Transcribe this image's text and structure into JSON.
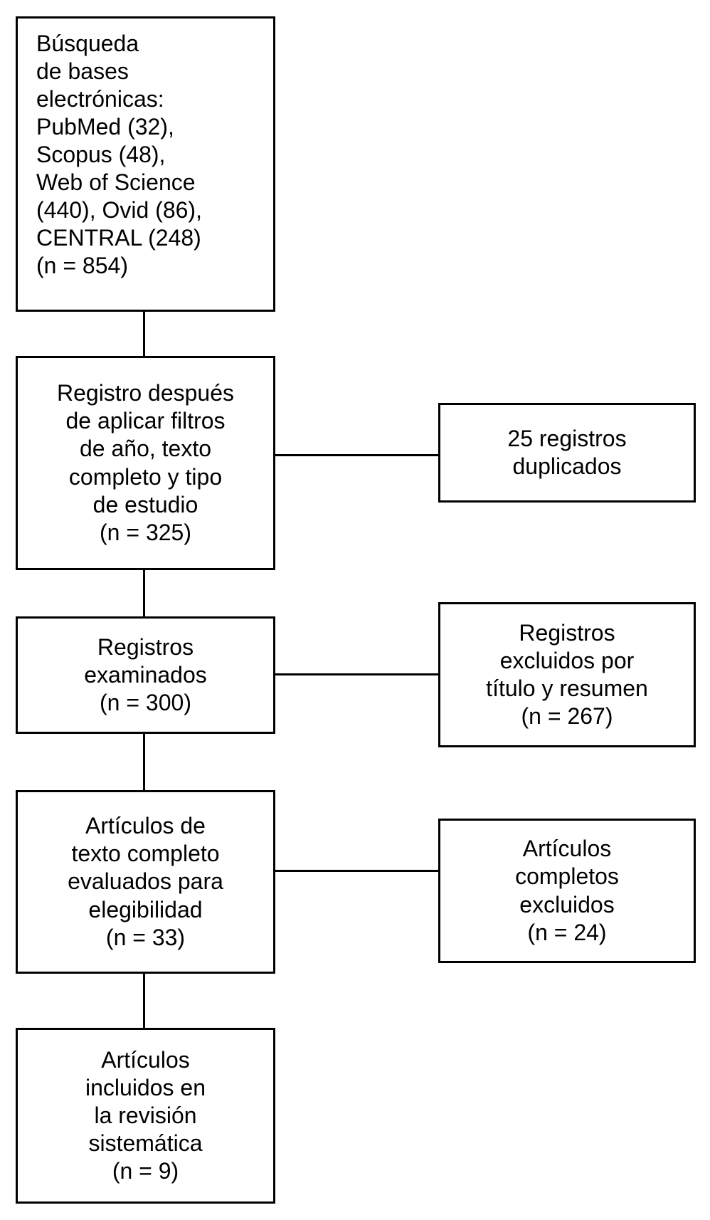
{
  "flowchart": {
    "description": "Diagrama de flujo de selección de estudios (revisión sistemática)",
    "colors": {
      "border": "#000000",
      "background": "#ffffff",
      "text": "#000000"
    },
    "left_column": [
      {
        "id": "database-search",
        "text": "Búsqueda\nde bases\nelectrónicas:\nPubMed (32),\nScopus (48),\nWeb of Science\n(440), Ovid (86),\nCENTRAL (248)\n(n = 854)",
        "n": 854,
        "sources": [
          {
            "name": "PubMed",
            "count": 32
          },
          {
            "name": "Scopus",
            "count": 48
          },
          {
            "name": "Web of Science",
            "count": 440
          },
          {
            "name": "Ovid",
            "count": 86
          },
          {
            "name": "CENTRAL",
            "count": 248
          }
        ]
      },
      {
        "id": "after-filters",
        "text": "Registro después\nde aplicar filtros\nde año, texto\ncompleto y tipo\nde estudio\n(n = 325)",
        "n": 325
      },
      {
        "id": "records-screened",
        "text": "Registros\nexaminados\n(n = 300)",
        "n": 300
      },
      {
        "id": "fulltext-assessed",
        "text": "Artículos de\ntexto completo\nevaluados para\nelegibilidad\n(n = 33)",
        "n": 33
      },
      {
        "id": "included",
        "text": "Artículos\nincluidos en\nla revisión\nsistemática\n(n = 9)",
        "n": 9
      }
    ],
    "right_column": [
      {
        "id": "duplicates",
        "text": "25 registros\nduplicados",
        "n": 25
      },
      {
        "id": "excluded-title-abstract",
        "text": "Registros\nexcluidos por\ntítulo y resumen\n(n = 267)",
        "n": 267
      },
      {
        "id": "fulltext-excluded",
        "text": "Artículos\ncompletos\nexcluidos\n(n = 24)",
        "n": 24
      }
    ]
  }
}
